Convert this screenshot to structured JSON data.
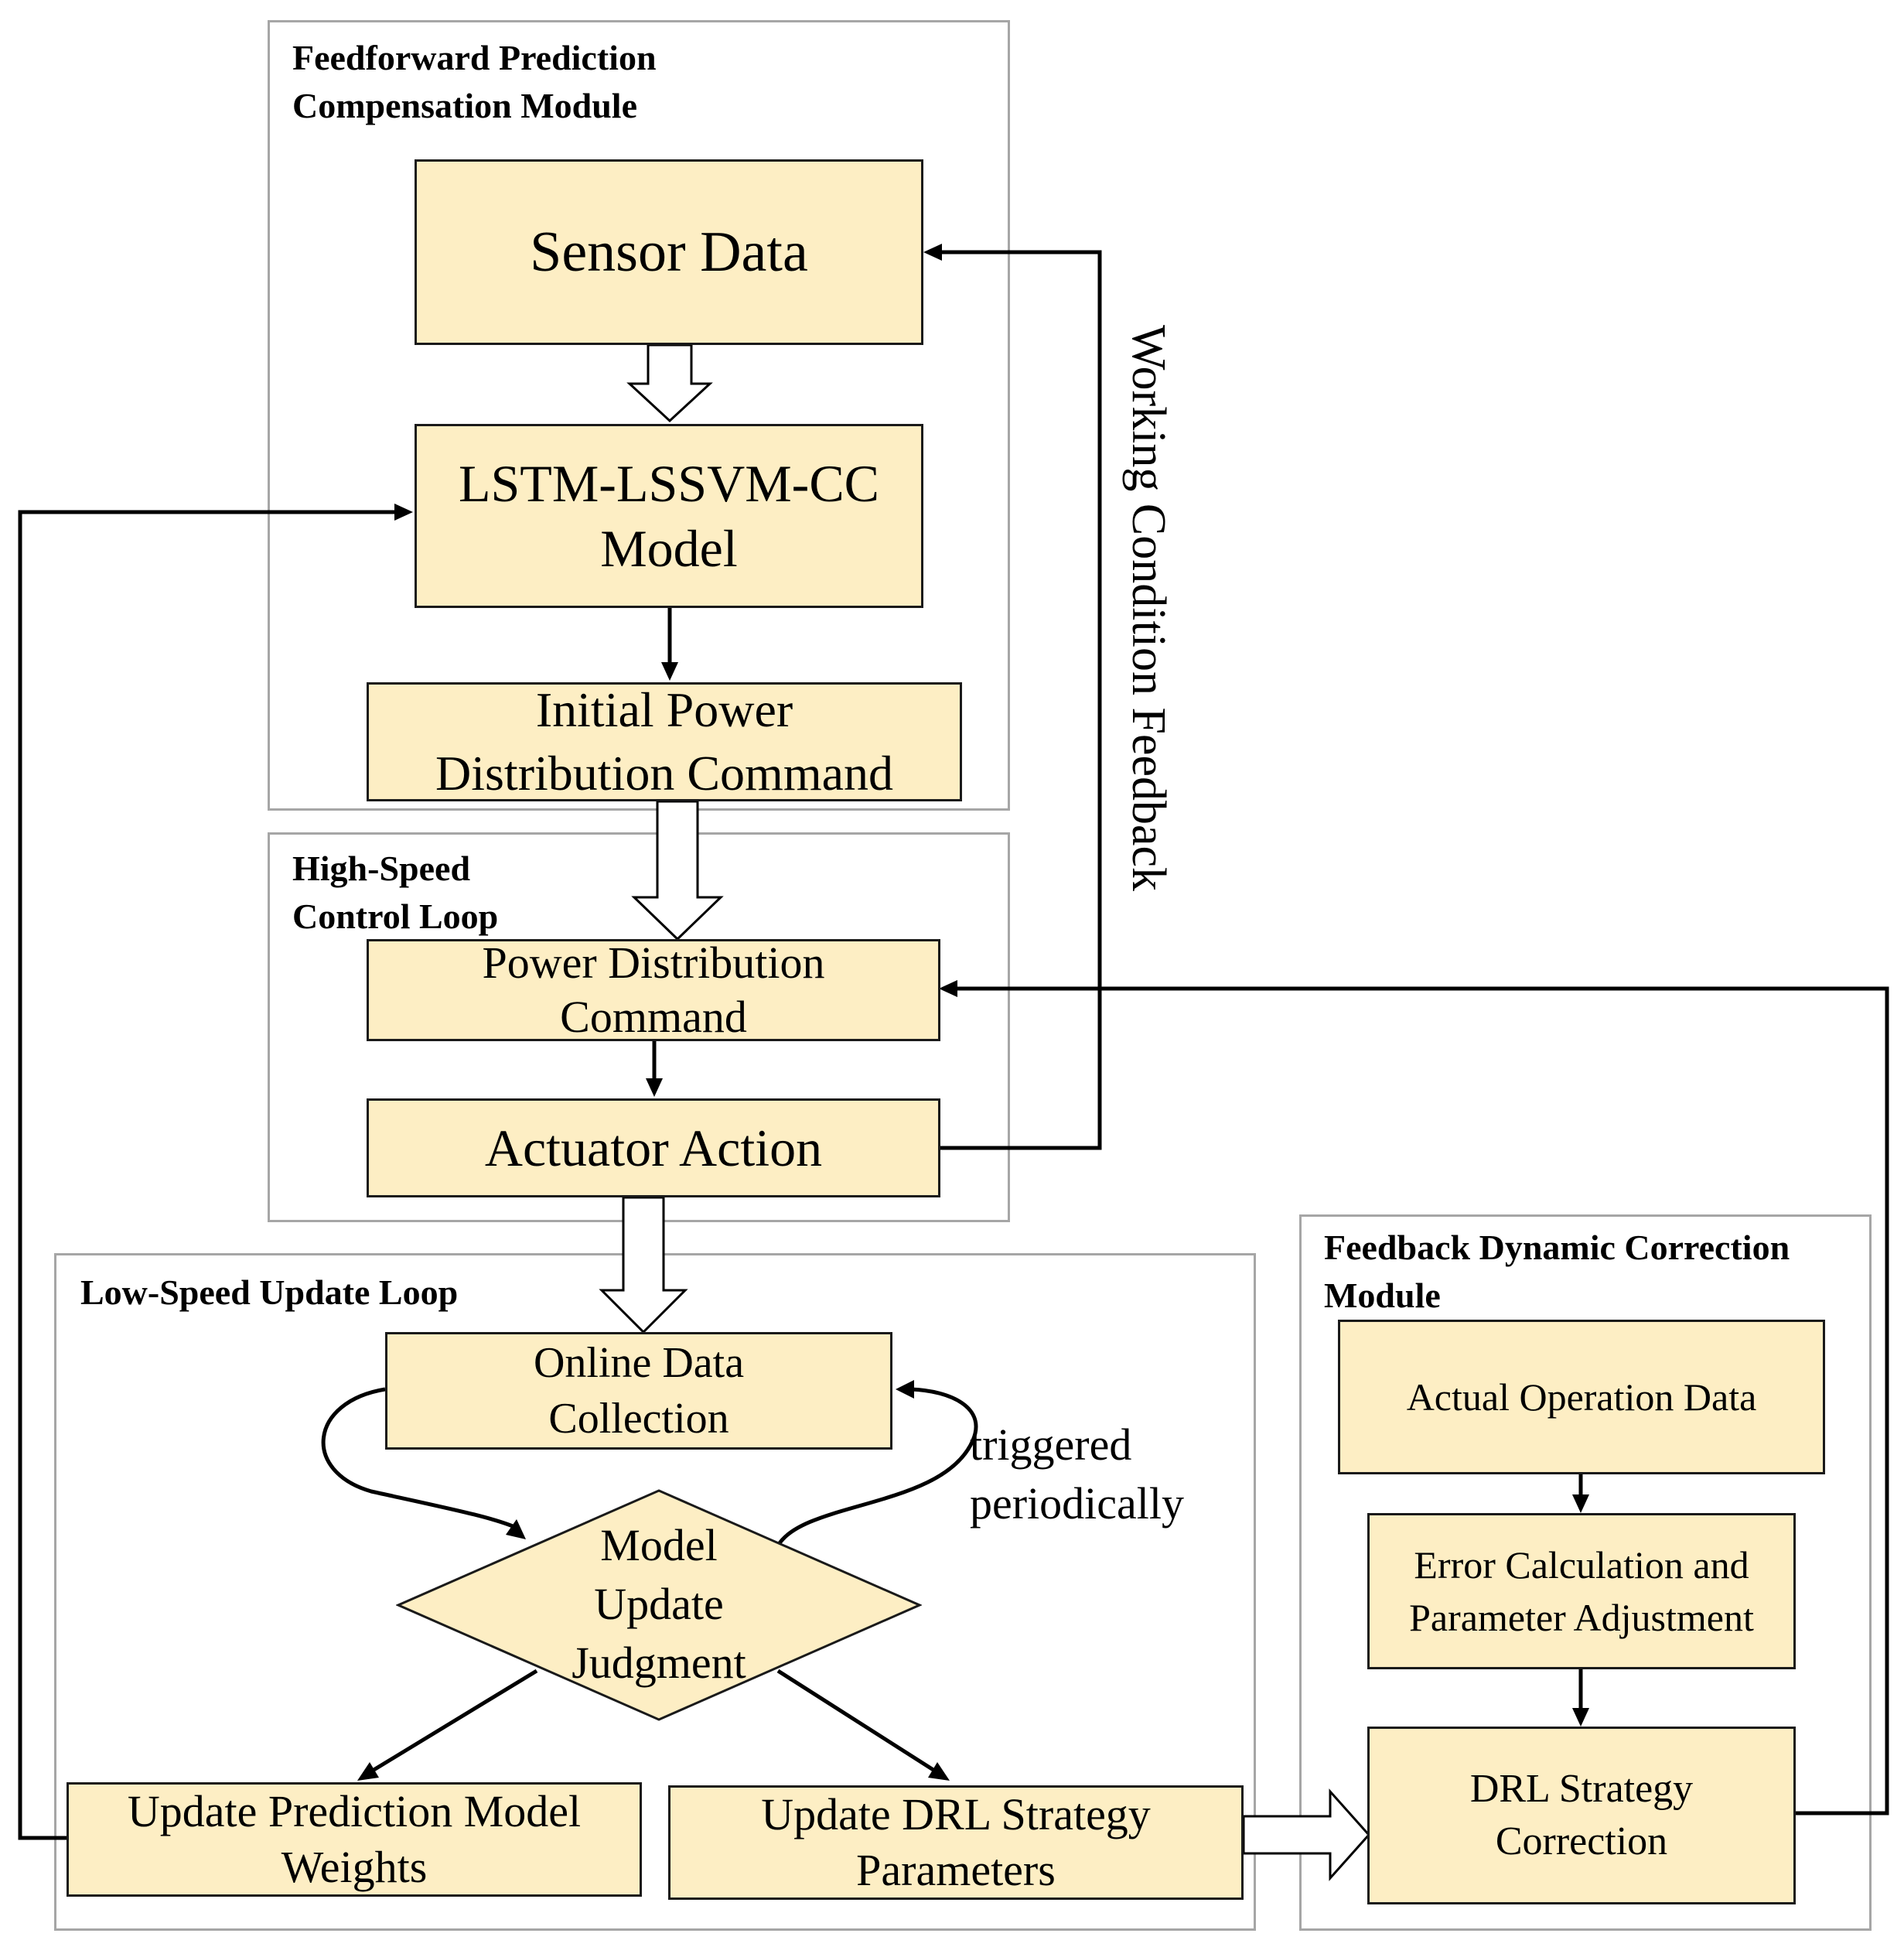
{
  "modules": {
    "feedforward": {
      "title": "Feedforward Prediction\nCompensation Module"
    },
    "high_speed": {
      "title": "High-Speed\nControl Loop"
    },
    "low_speed": {
      "title": "Low-Speed Update Loop"
    },
    "feedback": {
      "title": "Feedback Dynamic Correction\nModule"
    }
  },
  "nodes": {
    "sensor_data": "Sensor Data",
    "lstm_model": "LSTM-LSSVM-CC\nModel",
    "initial_command": "Initial Power\nDistribution Command",
    "power_command": "Power Distribution\nCommand",
    "actuator_action": "Actuator Action",
    "online_collection": "Online Data\nCollection",
    "model_judgment": "Model\nUpdate\nJudgment",
    "update_prediction": "Update Prediction Model\nWeights",
    "update_drl": "Update DRL Strategy\nParameters",
    "actual_operation": "Actual Operation Data",
    "error_calculation": "Error Calculation and\nParameter Adjustment",
    "drl_correction": "DRL Strategy\nCorrection"
  },
  "labels": {
    "working_condition_feedback": "Working Condition Feedback",
    "triggered_periodically": "triggered\nperiodically"
  },
  "colors": {
    "box_fill": "#fdeec4",
    "box_border": "#1a1a1a",
    "module_border": "#a6a6a6",
    "line": "#000000"
  }
}
